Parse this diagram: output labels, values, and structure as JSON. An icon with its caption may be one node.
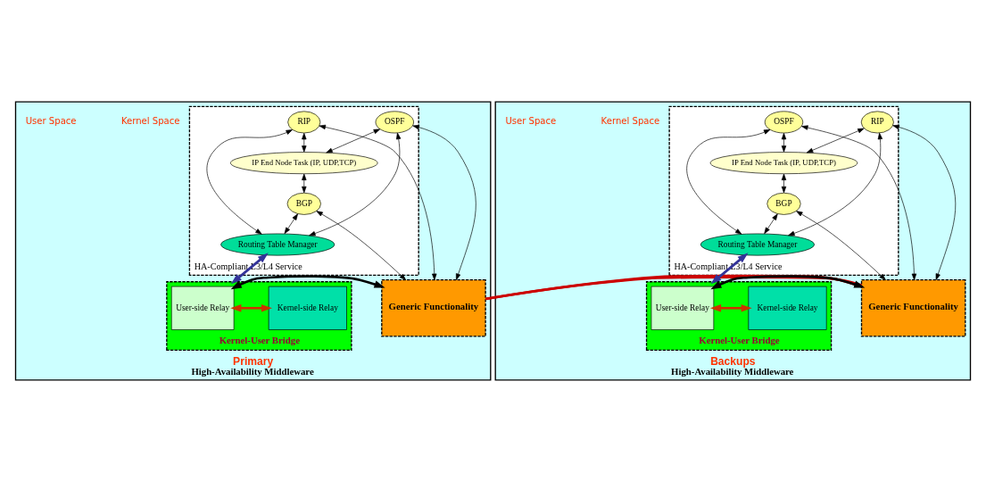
{
  "diagram": {
    "nodes": [
      {
        "text": [
          "Primary",
          "High-Availability Middleware"
        ]
      },
      {
        "text": [
          "HA-Compliant L3/L4 Service"
        ],
        "in": 0
      },
      {
        "text": [
          "RIP"
        ],
        "in": 1
      },
      {
        "text": [
          "OSPF"
        ],
        "in": 1
      },
      {
        "text": [
          "BGP"
        ],
        "in": 1
      },
      {
        "text": [
          "IP End Node Task (IP, UDP,TCP)"
        ],
        "in": 1
      },
      {
        "text": [
          "Routing Table Manager"
        ],
        "in": 1
      },
      {
        "text": [
          "Generic Functionality"
        ],
        "in": 0
      },
      {
        "text": [
          "Kernel-User Bridge"
        ],
        "in": 0
      },
      {
        "text": [
          "User-side Relay"
        ],
        "in": 8
      },
      {
        "text": [
          "Kernel-side Relay"
        ],
        "in": 8
      },
      {
        "text": [
          "Backups",
          "High-Availability Middleware"
        ]
      },
      {
        "text": [
          "HA-Compliant L3/L4 Service"
        ],
        "in": 11
      },
      {
        "text": [
          "RIP"
        ],
        "in": 12
      },
      {
        "text": [
          "OSPF"
        ],
        "in": 12
      },
      {
        "text": [
          "BGP"
        ],
        "in": 12
      },
      {
        "text": [
          "IP End Node Task (IP, UDP,TCP)"
        ],
        "in": 12
      },
      {
        "text": [
          "Routing Table Manager"
        ],
        "in": 12
      },
      {
        "text": [
          "Generic Functionality"
        ],
        "in": 11
      },
      {
        "text": [
          "Kernel-User Bridge"
        ],
        "in": 11
      },
      {
        "text": [
          "User-side Relay"
        ],
        "in": 19
      },
      {
        "text": [
          "Kernel-side Relay"
        ],
        "in": 19
      }
    ],
    "edges": [
      {
        "from": 2,
        "to": 6,
        "arrow": "both"
      },
      {
        "from": 3,
        "to": 6,
        "arrow": "both"
      },
      {
        "from": 2,
        "to": 5,
        "arrow": "both"
      },
      {
        "from": 3,
        "to": 5,
        "arrow": "both"
      },
      {
        "from": 5,
        "to": 4,
        "arrow": "both"
      },
      {
        "from": 4,
        "to": 6,
        "arrow": "both"
      },
      {
        "from": 2,
        "to": 7,
        "arrow": "both"
      },
      {
        "from": 3,
        "to": 7,
        "arrow": "both"
      },
      {
        "from": 4,
        "to": 7,
        "arrow": "both"
      },
      {
        "from": 6,
        "to": 8,
        "arrow": "both",
        "style": "thick",
        "color": "#333399"
      },
      {
        "from": 7,
        "to": 9,
        "arrow": "both",
        "style": "thick"
      },
      {
        "from": 9,
        "to": 10,
        "arrow": "both",
        "style": "thick",
        "color": "#cc3300"
      },
      {
        "from": 13,
        "to": 17,
        "arrow": "both"
      },
      {
        "from": 14,
        "to": 17,
        "arrow": "both"
      },
      {
        "from": 13,
        "to": 16,
        "arrow": "both"
      },
      {
        "from": 14,
        "to": 16,
        "arrow": "both"
      },
      {
        "from": 16,
        "to": 15,
        "arrow": "both"
      },
      {
        "from": 15,
        "to": 17,
        "arrow": "both"
      },
      {
        "from": 13,
        "to": 18,
        "arrow": "both"
      },
      {
        "from": 14,
        "to": 18,
        "arrow": "both"
      },
      {
        "from": 15,
        "to": 18,
        "arrow": "both"
      },
      {
        "from": 17,
        "to": 19,
        "arrow": "both",
        "style": "thick",
        "color": "#333399"
      },
      {
        "from": 18,
        "to": 20,
        "arrow": "both",
        "style": "thick"
      },
      {
        "from": 20,
        "to": 21,
        "arrow": "both",
        "style": "thick",
        "color": "#cc3300"
      },
      {
        "from": 0,
        "to": 11,
        "arrow": "none",
        "style": "thick",
        "color": "#cc0000"
      }
    ],
    "labels": [
      "User Space",
      "Kernel Space",
      "User Space",
      "Kernel Space"
    ]
  }
}
